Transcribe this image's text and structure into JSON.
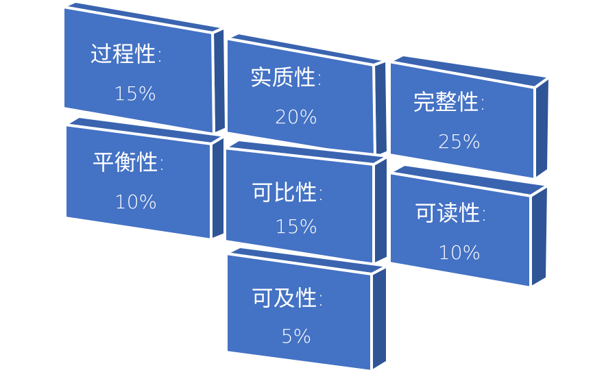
{
  "colors": {
    "front": "#4472C4",
    "side": "#2F5597",
    "top": "#3A64B0",
    "edge": "#ffffff",
    "text": "#ffffff"
  },
  "blocks": [
    {
      "label": "过程性:",
      "value": "15%"
    },
    {
      "label": "实质性:",
      "value": "20%"
    },
    {
      "label": "完整性:",
      "value": "25%"
    },
    {
      "label": "平衡性:",
      "value": "10%"
    },
    {
      "label": "可比性:",
      "value": "15%"
    },
    {
      "label": "可读性:",
      "value": "10%"
    },
    {
      "label": "可及性:",
      "value": "5%"
    }
  ]
}
